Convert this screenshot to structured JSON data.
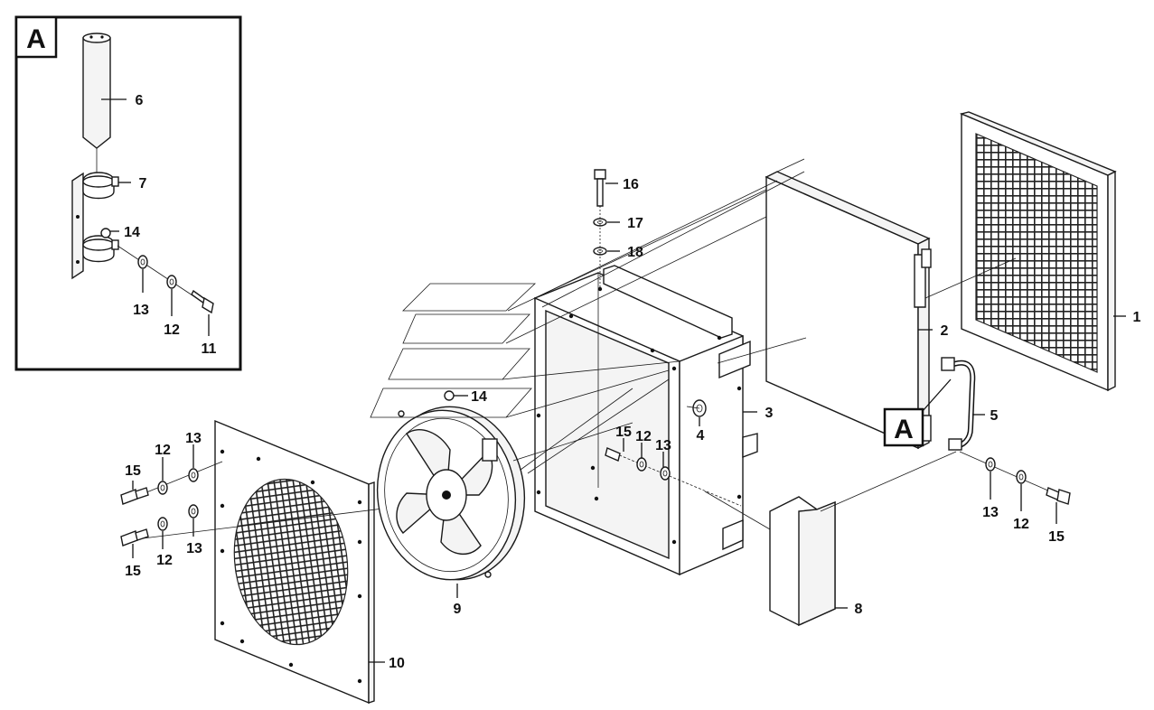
{
  "detail_label": "A",
  "callout_label": "A",
  "callouts": [
    {
      "id": "c1",
      "text": "1"
    },
    {
      "id": "c2",
      "text": "2"
    },
    {
      "id": "c3",
      "text": "3"
    },
    {
      "id": "c4",
      "text": "4"
    },
    {
      "id": "c5",
      "text": "5"
    },
    {
      "id": "c6",
      "text": "6"
    },
    {
      "id": "c7",
      "text": "7"
    },
    {
      "id": "c8",
      "text": "8"
    },
    {
      "id": "c9",
      "text": "9"
    },
    {
      "id": "c10",
      "text": "10"
    },
    {
      "id": "c11",
      "text": "11"
    },
    {
      "id": "c12a",
      "text": "12"
    },
    {
      "id": "c13a",
      "text": "13"
    },
    {
      "id": "c14a",
      "text": "14"
    },
    {
      "id": "c14b",
      "text": "14"
    },
    {
      "id": "c15a",
      "text": "15"
    },
    {
      "id": "c12b",
      "text": "12"
    },
    {
      "id": "c13b",
      "text": "13"
    },
    {
      "id": "c16",
      "text": "16"
    },
    {
      "id": "c17",
      "text": "17"
    },
    {
      "id": "c18",
      "text": "18"
    },
    {
      "id": "c15b",
      "text": "15"
    },
    {
      "id": "c12c",
      "text": "12"
    },
    {
      "id": "c13c",
      "text": "13"
    },
    {
      "id": "c15c",
      "text": "15"
    },
    {
      "id": "c12d",
      "text": "12"
    },
    {
      "id": "c13d",
      "text": "13"
    },
    {
      "id": "c13e",
      "text": "13"
    },
    {
      "id": "c12e",
      "text": "12"
    },
    {
      "id": "c15d",
      "text": "15"
    }
  ]
}
